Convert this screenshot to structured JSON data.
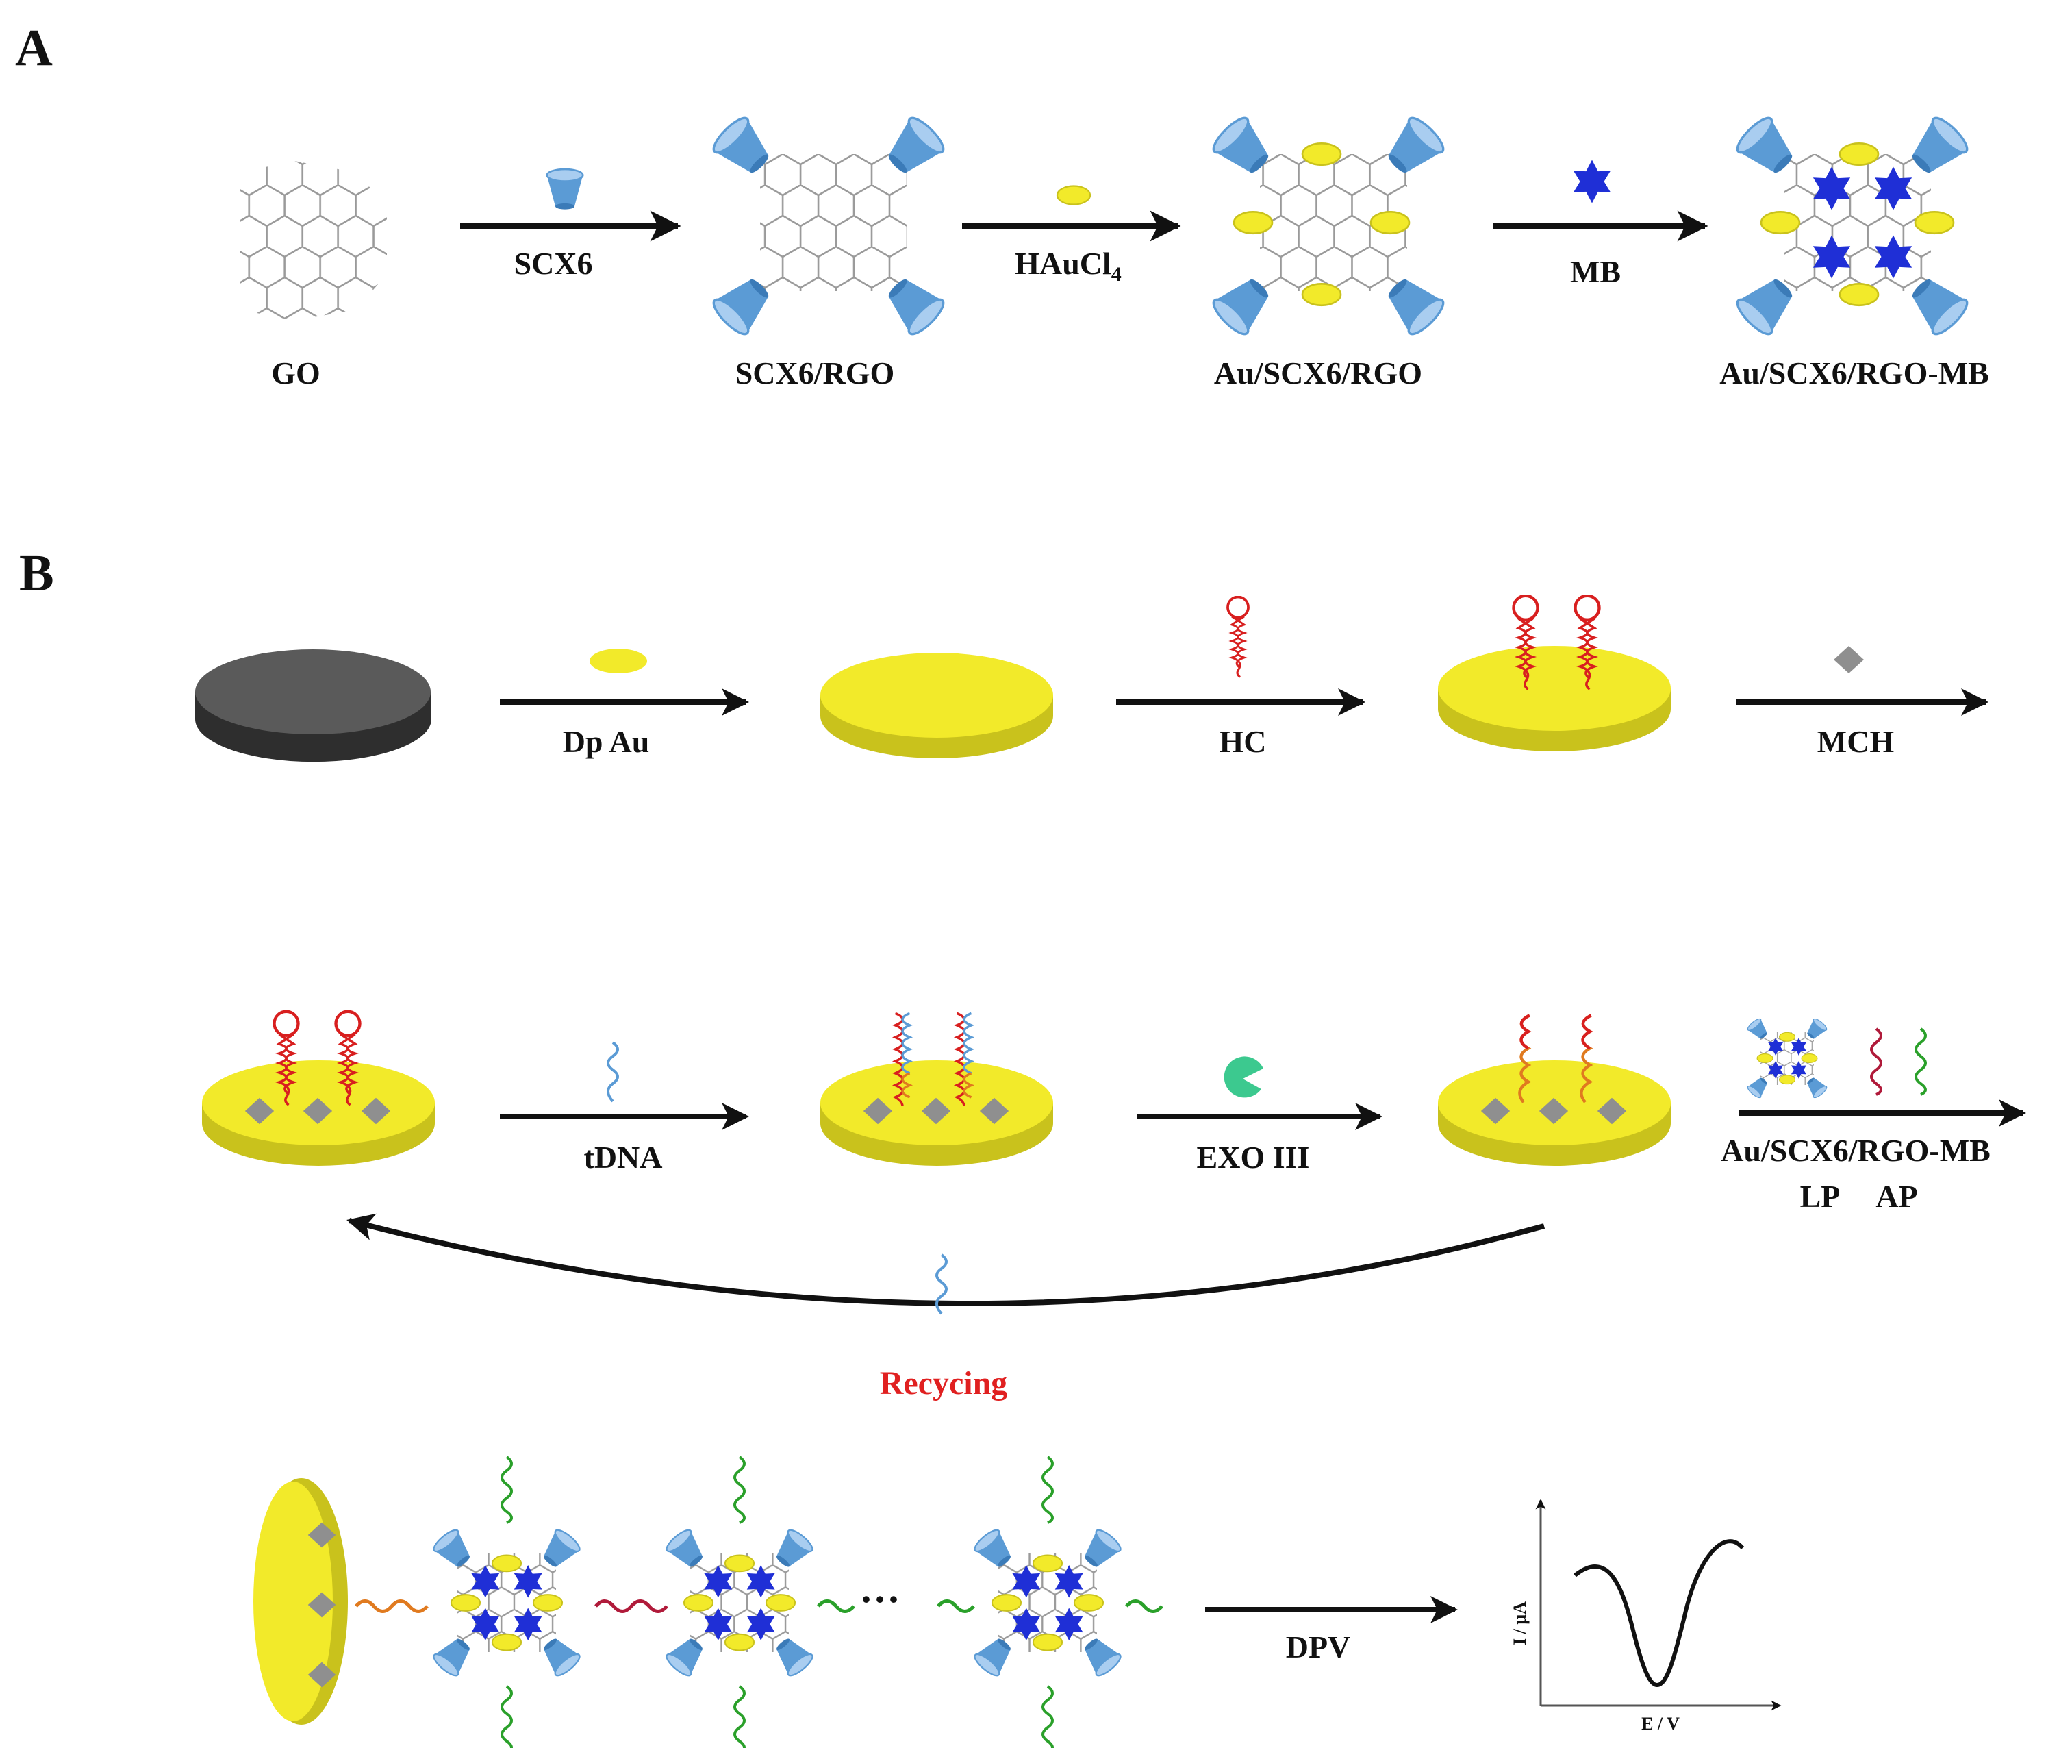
{
  "panel_a": {
    "letter": "A",
    "materials": [
      "GO",
      "SCX6/RGO",
      "Au/SCX6/RGO",
      "Au/SCX6/RGO-MB"
    ],
    "reagents": [
      {
        "main": "SCX6",
        "sub": ""
      },
      {
        "main": "HAuCl",
        "sub": "4"
      },
      {
        "main": "MB",
        "sub": ""
      }
    ]
  },
  "panel_b": {
    "letter": "B",
    "row1_reagents": [
      "Dp Au",
      "HC",
      "MCH"
    ],
    "row2_reagents": [
      "tDNA",
      "EXO III"
    ],
    "row2_final_reagent": "Au/SCX6/RGO-MB",
    "row2_final_probes": [
      "LP",
      "AP"
    ],
    "recycle_label": "Recycing",
    "ellipsis": "···",
    "detection_label": "DPV",
    "dpv_plot": {
      "ylabel": "I / μA",
      "xlabel": "E / V"
    }
  },
  "colors": {
    "gold": "#f2ea2a",
    "gold_side": "#c9c21c",
    "electrode_gray": "#555555",
    "cone_blue": "#5b9bd5",
    "star_blue": "#1f2fd6",
    "hairpin_red": "#d81f1f",
    "recycle_red": "#e02020",
    "exo_green": "#3cc98f",
    "ap_green": "#2aa02a",
    "diamond_gray": "#8f8f8f"
  }
}
